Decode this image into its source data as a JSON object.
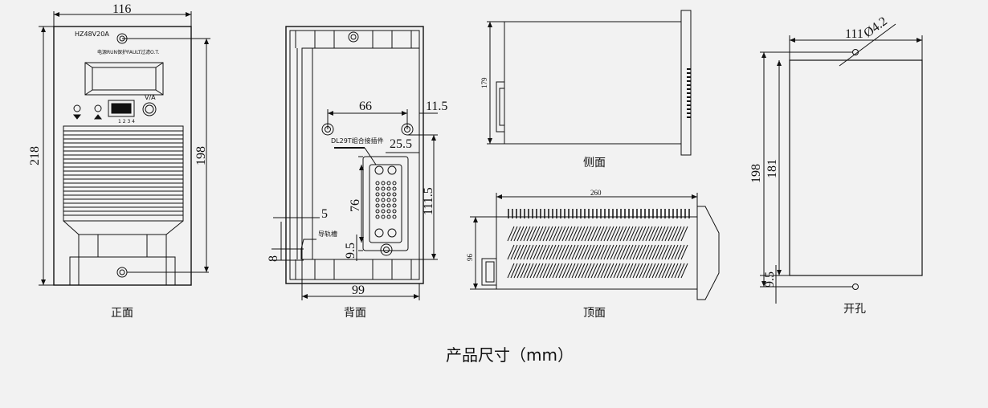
{
  "title": "产品尺寸（mm）",
  "views": {
    "front": {
      "caption": "正面",
      "model": "HZ48V20A",
      "led_labels": [
        "电源RUN",
        "保护FAULT",
        "过滤O.T."
      ],
      "va_label": "V/A",
      "dims": {
        "width": "116",
        "height_outer": "218",
        "height_inner": "198"
      }
    },
    "back": {
      "caption": "背面",
      "connector_label": "DL29T组合接插件",
      "rail_label": "导轨槽",
      "dims": {
        "hole_spacing": "66",
        "edge_offset": "11.5",
        "conn_offset": "25.5",
        "conn_height": "76",
        "hole_height": "111.5",
        "rail_offset": "5",
        "bottom_offset": "9.5",
        "rail_width": "8",
        "width": "99"
      }
    },
    "side": {
      "caption": "侧面",
      "dims": {
        "height": "179"
      }
    },
    "top": {
      "caption": "顶面",
      "dims": {
        "length": "260",
        "height": "96"
      }
    },
    "cutout": {
      "caption": "开孔",
      "dims": {
        "width": "111",
        "hole": "Ø4.2",
        "height_outer": "198",
        "height_inner": "181",
        "bottom_offset": "9.5"
      }
    }
  }
}
